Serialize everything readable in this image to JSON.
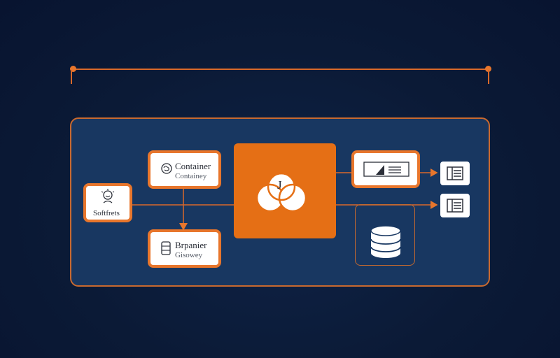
{
  "diagram": {
    "nodes": {
      "container": {
        "title": "Container",
        "subtitle": "Containey",
        "icon": "brain-gear-icon"
      },
      "source": {
        "label": "Softfrets",
        "icon": "person-icon"
      },
      "gateway": {
        "title": "Brpanier",
        "subtitle": "Gisowey",
        "icon": "server-stack-icon"
      },
      "core": {
        "glyph": "J",
        "icon": "cluster-circles-icon"
      },
      "monitor": {
        "icon": "chart-window-icon"
      },
      "database": {
        "icon": "database-icon"
      },
      "output_top": {
        "icon": "document-list-icon"
      },
      "output_bottom": {
        "icon": "document-list-icon"
      }
    },
    "colors": {
      "background": "#0b1a36",
      "panel": "#183761",
      "accent": "#e8762c",
      "card": "#ffffff"
    }
  }
}
